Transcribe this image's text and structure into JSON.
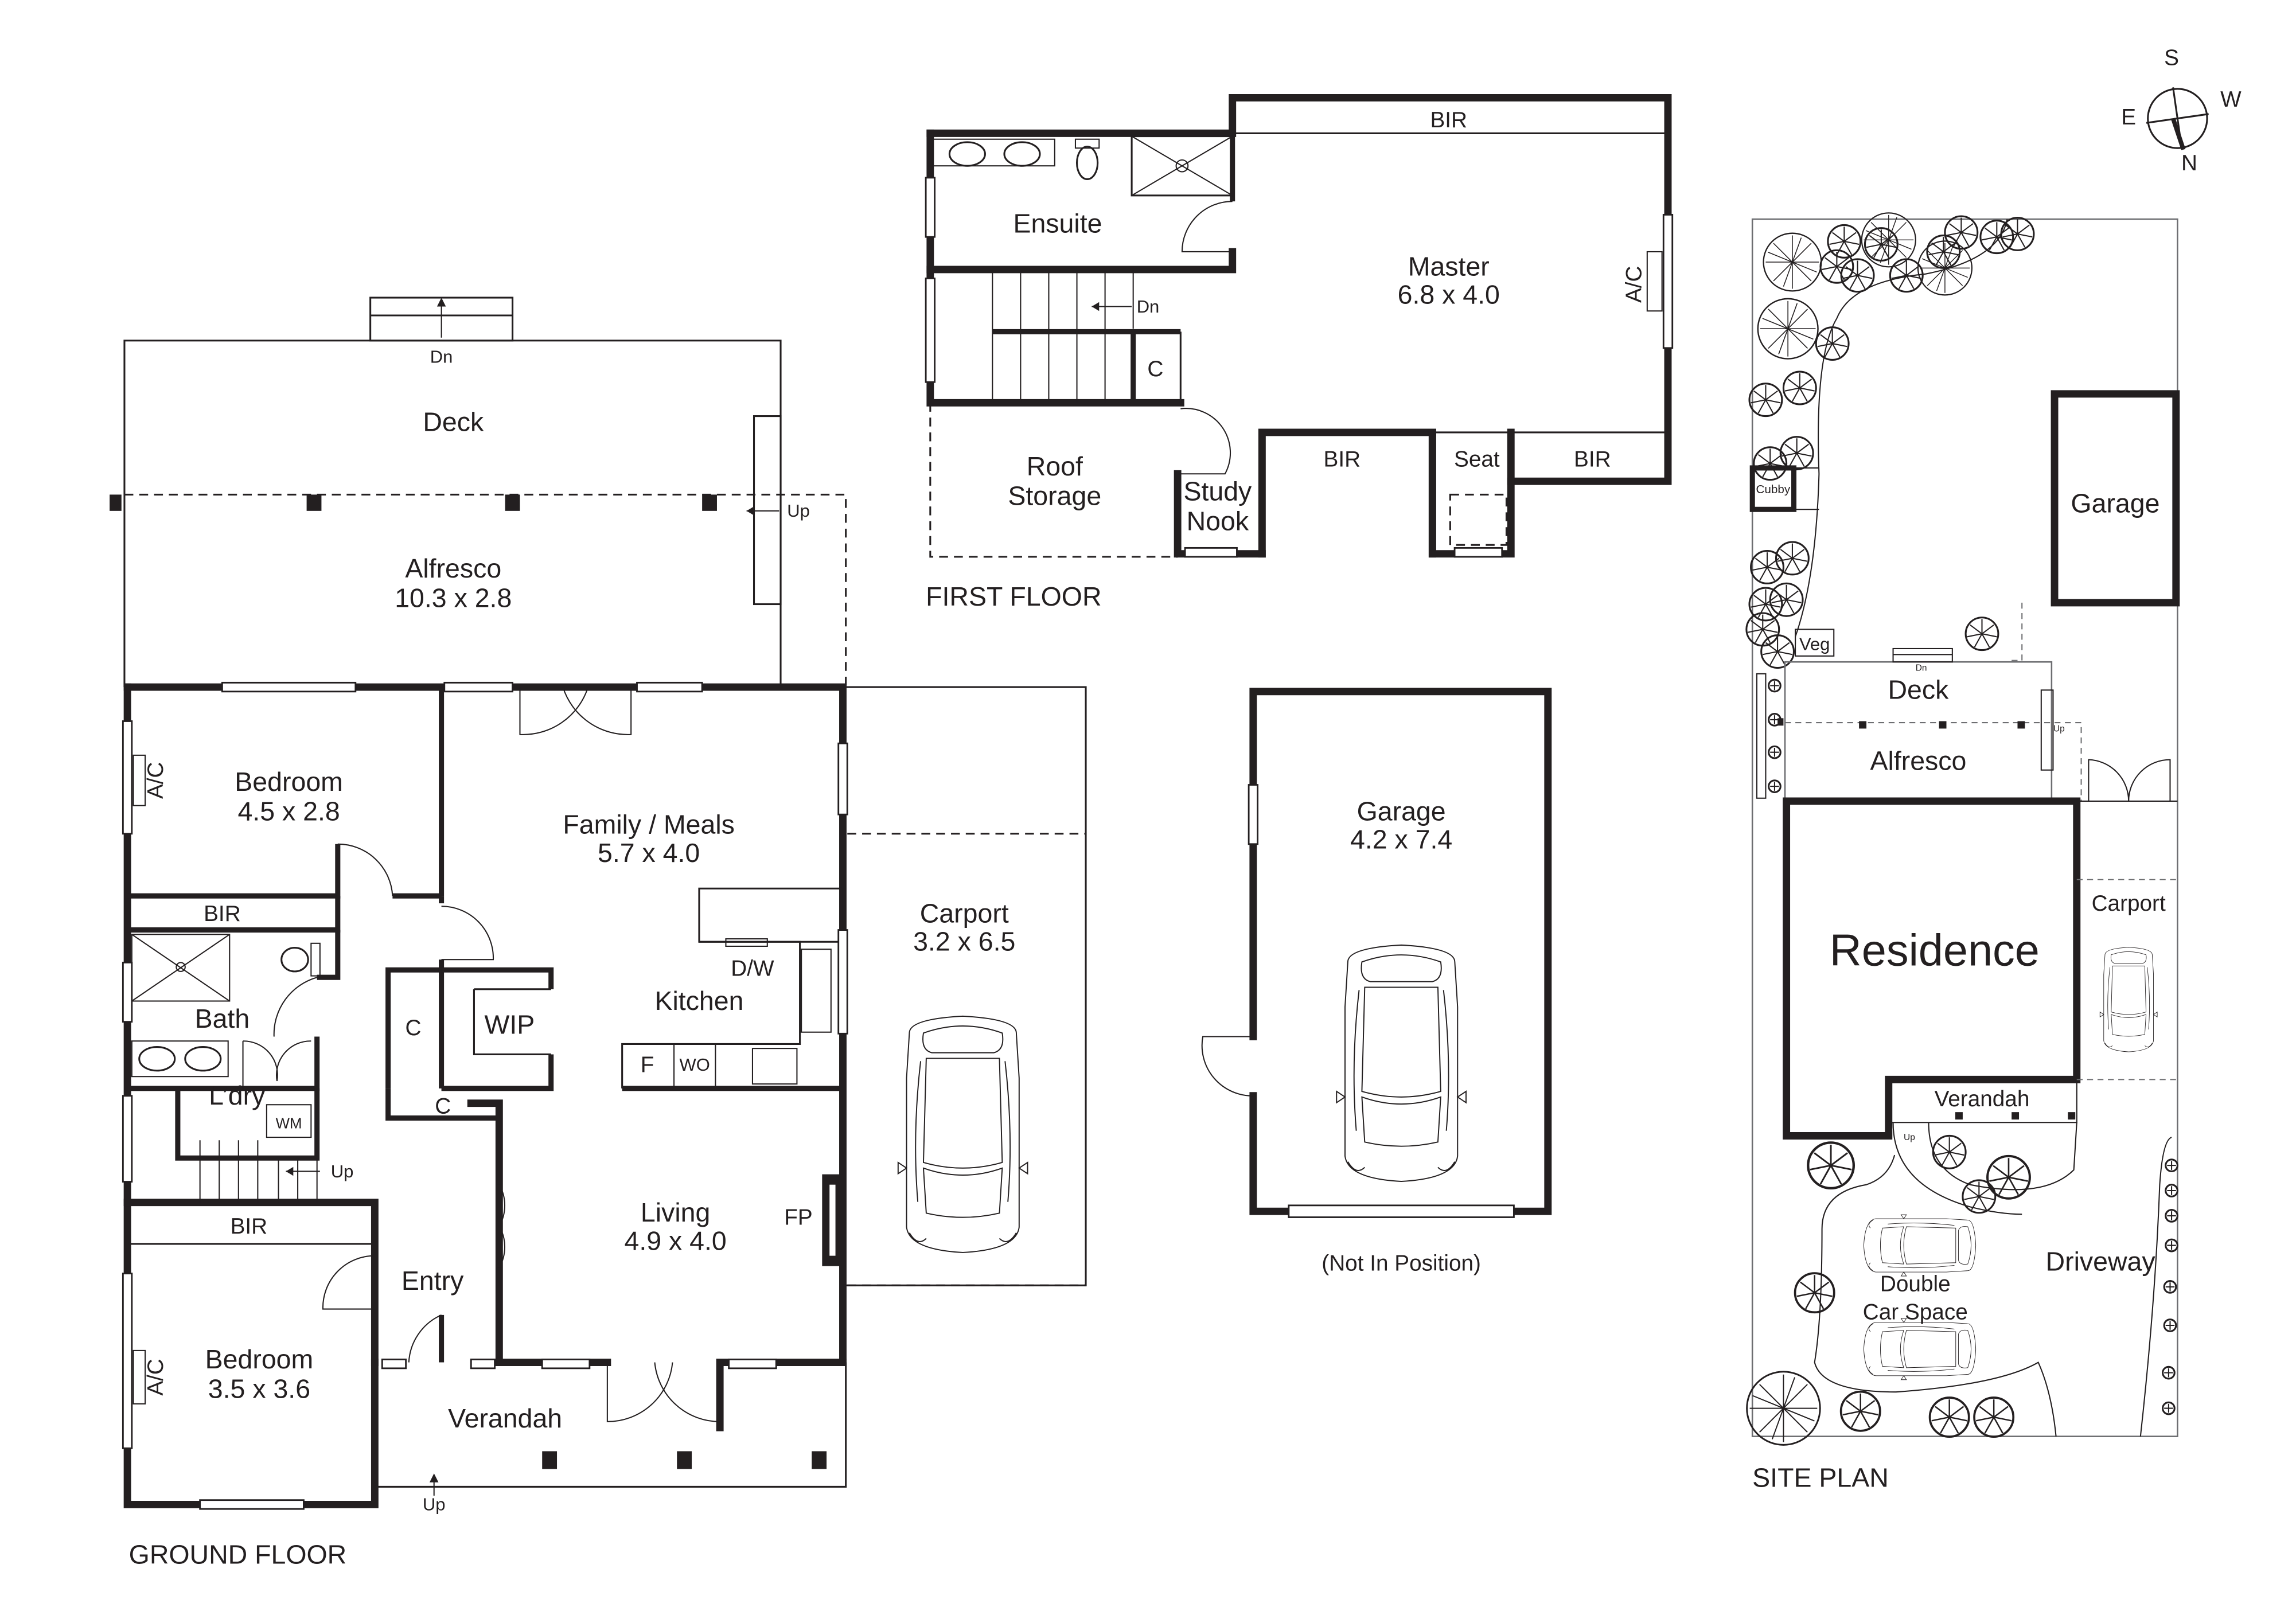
{
  "compass": {
    "north": "N",
    "south": "S",
    "east": "E",
    "west": "W"
  },
  "first_floor": {
    "title": "FIRST FLOOR",
    "rooms": {
      "ensuite": "Ensuite",
      "master_name": "Master",
      "master_size": "6.8 x 4.0",
      "bir_top": "BIR",
      "bir_left": "BIR",
      "bir_right": "BIR",
      "seat": "Seat",
      "cupboard": "C",
      "roof_storage_1": "Roof",
      "roof_storage_2": "Storage",
      "study_1": "Study",
      "study_2": "Nook",
      "ac": "A/C",
      "stairs": "Dn"
    }
  },
  "ground_floor": {
    "title": "GROUND FLOOR",
    "rooms": {
      "deck": "Deck",
      "deck_stairs": "Dn",
      "alfresco_name": "Alfresco",
      "alfresco_size": "10.3 x 2.8",
      "alfresco_stairs": "Up",
      "bedroom1_name": "Bedroom",
      "bedroom1_size": "4.5 x 2.8",
      "bedroom1_ac": "A/C",
      "bir1": "BIR",
      "bath": "Bath",
      "laundry": "L’dry",
      "wm": "WM",
      "stairs": "Up",
      "bir2": "BIR",
      "bedroom2_name": "Bedroom",
      "bedroom2_size": "3.5 x 3.6",
      "bedroom2_ac": "A/C",
      "entry": "Entry",
      "cupboard1": "C",
      "cupboard2": "C",
      "wip": "WIP",
      "family_name": "Family / Meals",
      "family_size": "5.7 x 4.0",
      "kitchen": "Kitchen",
      "dw": "D/W",
      "fridge": "F",
      "wall_oven": "WO",
      "living_name": "Living",
      "living_size": "4.9 x 4.0",
      "fireplace": "FP",
      "verandah": "Verandah",
      "verandah_stairs": "Up",
      "carport_name": "Carport",
      "carport_size": "3.2 x 6.5"
    }
  },
  "garage_plan": {
    "name": "Garage",
    "size": "4.2 x 7.4",
    "note": "(Not In Position)"
  },
  "site_plan": {
    "title": "SITE PLAN",
    "labels": {
      "garage": "Garage",
      "cubby": "Cubby",
      "veg": "Veg",
      "deck": "Deck",
      "deck_stairs": "Dn",
      "alfresco": "Alfresco",
      "alfresco_stairs": "Up",
      "residence": "Residence",
      "carport": "Carport",
      "verandah": "Verandah",
      "verandah_stairs": "Up",
      "double_1": "Double",
      "double_2": "Car Space",
      "driveway": "Driveway"
    }
  }
}
